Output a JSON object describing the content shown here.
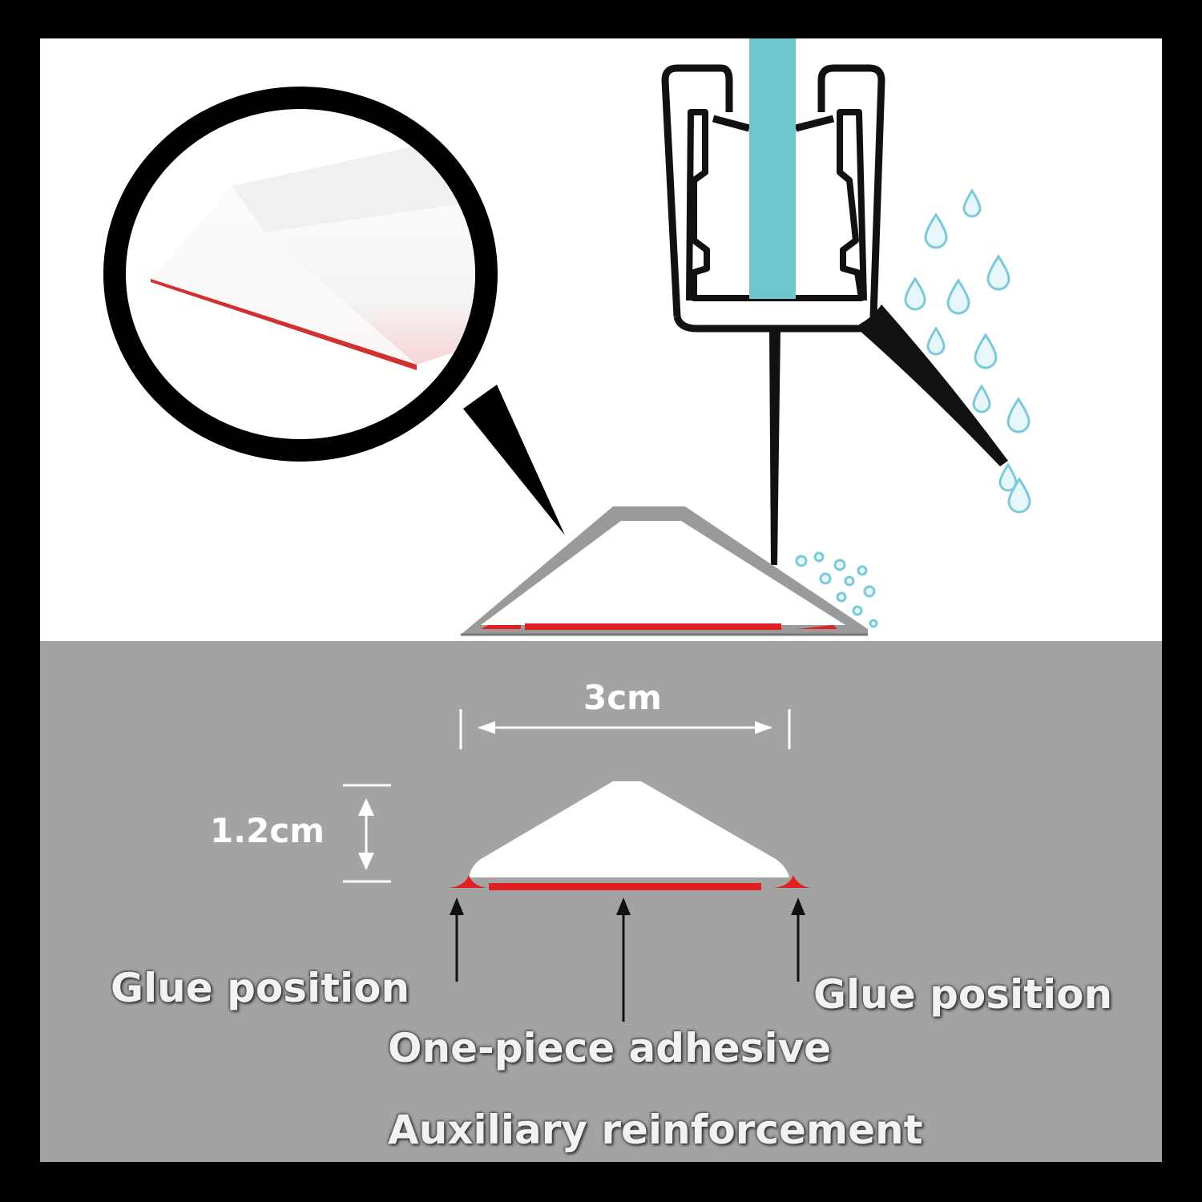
{
  "colors": {
    "frame": "#000000",
    "top_panel": "#ffffff",
    "bottom_panel": "#a3a3a3",
    "glass": "#6ec6cc",
    "adhesive": "#e02020",
    "water": "#8fd3e0",
    "seal_outline": "#9a9a9a"
  },
  "icons": {
    "magnifier": "magnifier-callout-icon",
    "water": "water-drop-icon",
    "glass": "glass-panel-icon"
  },
  "dimensions": {
    "width_label": "3cm",
    "height_label": "1.2cm"
  },
  "labels": {
    "glue_left": "Glue position",
    "glue_right": "Glue position",
    "adhesive": "One-piece adhesive",
    "reinforcement": "Auxiliary reinforcement"
  }
}
